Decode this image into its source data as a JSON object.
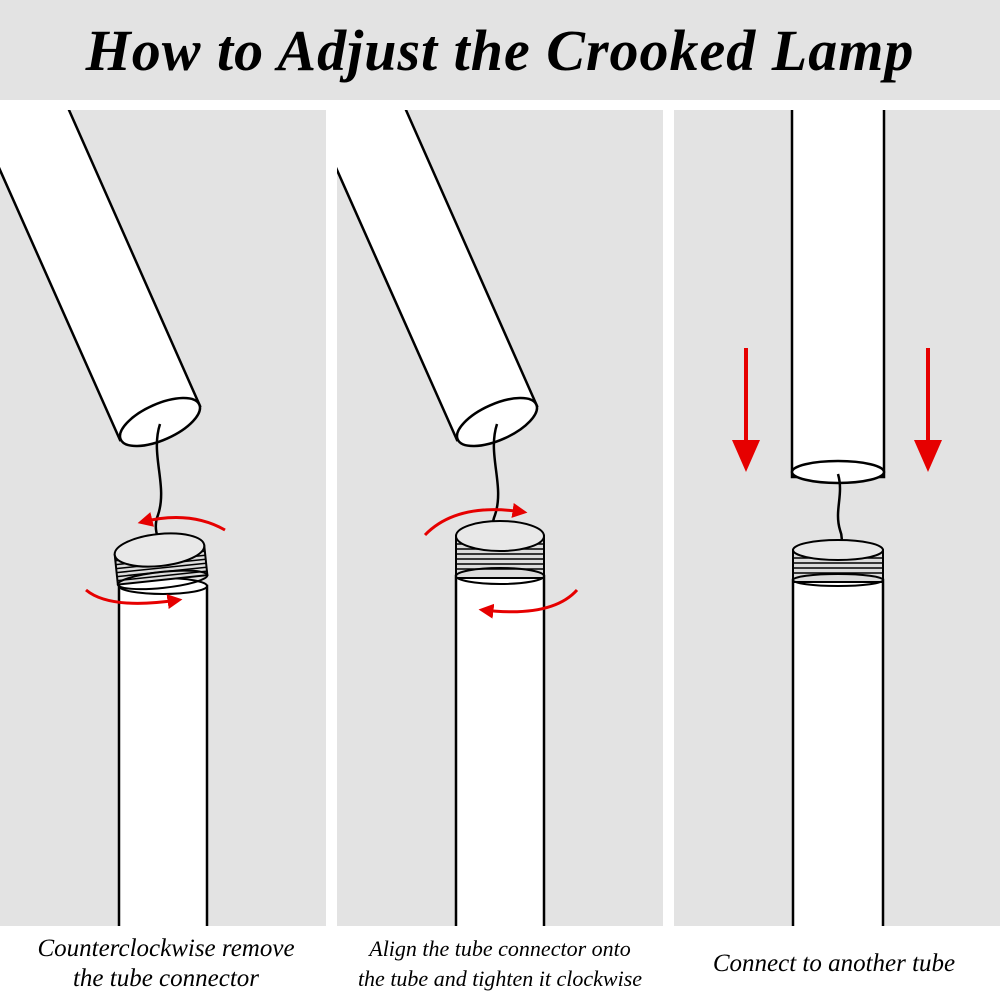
{
  "title": "How to Adjust the Crooked Lamp",
  "colors": {
    "background": "#ffffff",
    "panel": "#e3e3e3",
    "tube_fill": "#ffffff",
    "outline": "#000000",
    "arrow": "#e60000"
  },
  "steps": [
    {
      "caption_lines": [
        "Counterclockwise remove",
        "the tube connector"
      ],
      "rotation": "counterclockwise",
      "icons": [
        "upper-tube",
        "lower-tube",
        "threaded-connector",
        "wire",
        "rotation-arrow"
      ]
    },
    {
      "caption_lines": [
        "Align the tube connector onto",
        "the tube and tighten it clockwise"
      ],
      "rotation": "clockwise",
      "icons": [
        "upper-tube",
        "lower-tube",
        "threaded-connector",
        "wire",
        "rotation-arrow"
      ]
    },
    {
      "caption_lines": [
        "Connect to another tube"
      ],
      "rotation": "none",
      "icons": [
        "upper-tube",
        "lower-tube",
        "threaded-connector",
        "wire",
        "down-arrow"
      ]
    }
  ]
}
